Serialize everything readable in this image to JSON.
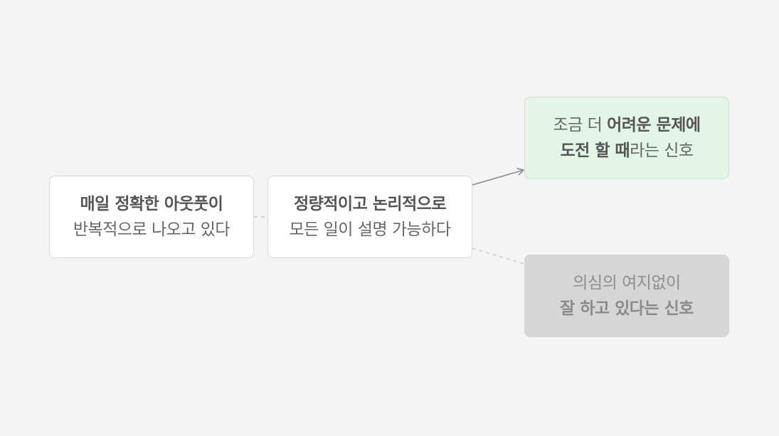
{
  "diagram": {
    "nodes": [
      {
        "id": "input",
        "line1": [
          {
            "text": "매일 정확한 아웃풋이",
            "bold": true
          }
        ],
        "line2": [
          {
            "text": "반복적으로 나오고 있다",
            "bold": false
          }
        ]
      },
      {
        "id": "process",
        "line1": [
          {
            "text": "정량적이고 논리적으로",
            "bold": true
          }
        ],
        "line2": [
          {
            "text": "모든 일이 설명 가능하다",
            "bold": false
          }
        ]
      },
      {
        "id": "outcome-challenge",
        "line1": [
          {
            "text": "조금 더 ",
            "bold": false
          },
          {
            "text": "어려운 문제에",
            "bold": true
          }
        ],
        "line2": [
          {
            "text": "도전 할 때",
            "bold": true
          },
          {
            "text": "라는 신호",
            "bold": false
          }
        ]
      },
      {
        "id": "outcome-doing-well",
        "line1": [
          {
            "text": "의심의 여지없이",
            "bold": false
          }
        ],
        "line2": [
          {
            "text": "잘 하고 있다는 신호",
            "bold": true
          }
        ]
      }
    ],
    "edges": [
      {
        "from": "input",
        "to": "process",
        "style": "dashed"
      },
      {
        "from": "process",
        "to": "outcome-challenge",
        "style": "solid-arrow"
      },
      {
        "from": "process",
        "to": "outcome-doing-well",
        "style": "dashed"
      }
    ],
    "colors": {
      "background": "#f4f4f4",
      "node_default": "#ffffff",
      "node_highlight": "#e2f5e7",
      "node_muted": "#d6d6d6",
      "edge_active": "#8a8a8a",
      "edge_muted": "#cccccc"
    }
  }
}
